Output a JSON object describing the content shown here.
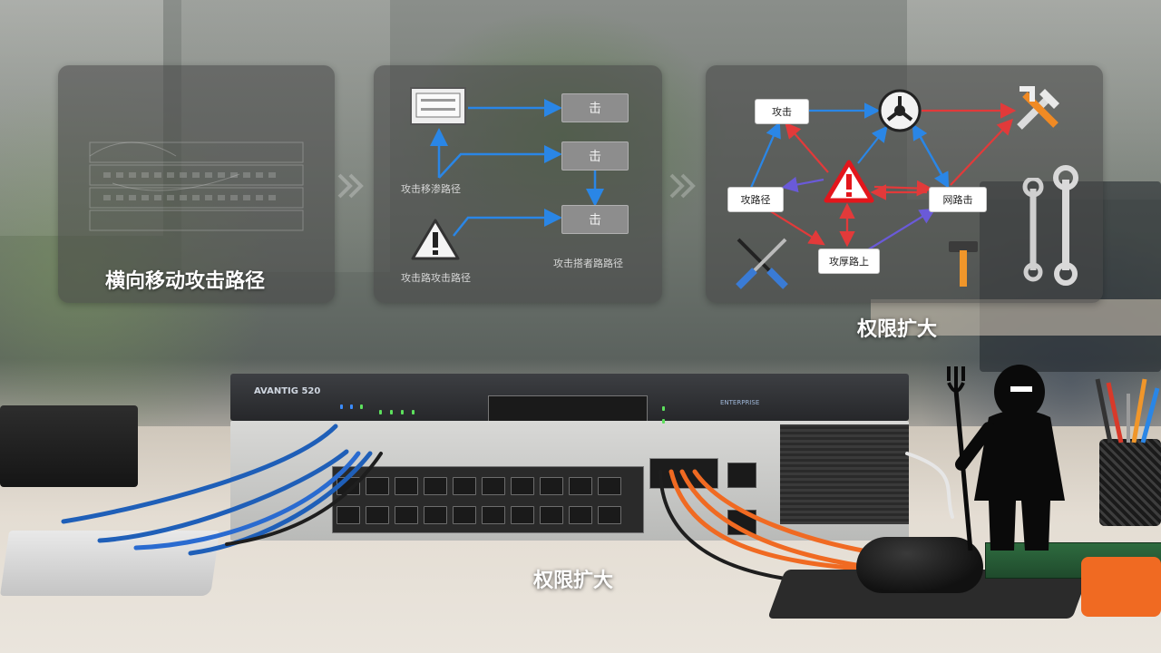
{
  "panels": {
    "lateral": {
      "title": "横向移动攻击路径"
    },
    "paths": {
      "nodes": [
        "击",
        "击",
        "击"
      ],
      "captions": [
        "攻击移渗路径",
        "攻击路攻击路径",
        "攻击搭者路路径"
      ]
    },
    "escalation": {
      "nodes": {
        "top": "攻击",
        "left": "攻路径",
        "right": "网路击",
        "bottom": "攻厚路上"
      }
    }
  },
  "escalation_label": "权限扩大",
  "bottom_label": "权限扩大",
  "device": {
    "top_brand": "AVANTIG 520",
    "right_badge": "ENTERPRISE"
  },
  "colors": {
    "arrow_blue": "#2a86e6",
    "arrow_red": "#e23a3a",
    "arrow_purple": "#6a5ad8",
    "warning_red": "#e3161c",
    "cable_blue": "#1f5fb8",
    "cable_orange": "#f06a22"
  },
  "icons": [
    "monitor-icon",
    "warning-icon",
    "network-hub-icon",
    "tools-icon",
    "screwdriver-icon",
    "hammer-icon",
    "wrench-icon",
    "hacker-silhouette"
  ]
}
